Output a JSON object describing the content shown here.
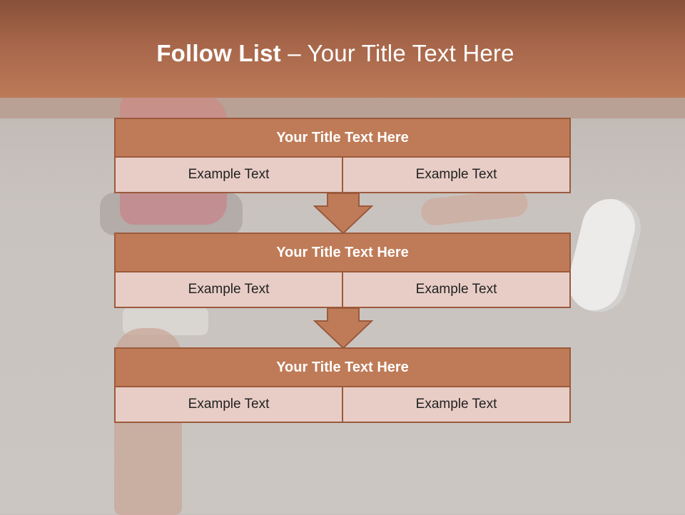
{
  "slide": {
    "title_bold": "Follow List",
    "title_rest": " – Your Title Text Here"
  },
  "rows": [
    {
      "title": "Your Title Text Here",
      "left": "Example Text",
      "right": "Example Text"
    },
    {
      "title": "Your Title Text Here",
      "left": "Example Text",
      "right": "Example Text"
    },
    {
      "title": "Your Title Text Here",
      "left": "Example Text",
      "right": "Example Text"
    }
  ],
  "colors": {
    "header": "#a7664a",
    "box_fill": "#bf7b57",
    "cell_fill": "#e8cdc6",
    "border": "#9b5a3c"
  }
}
